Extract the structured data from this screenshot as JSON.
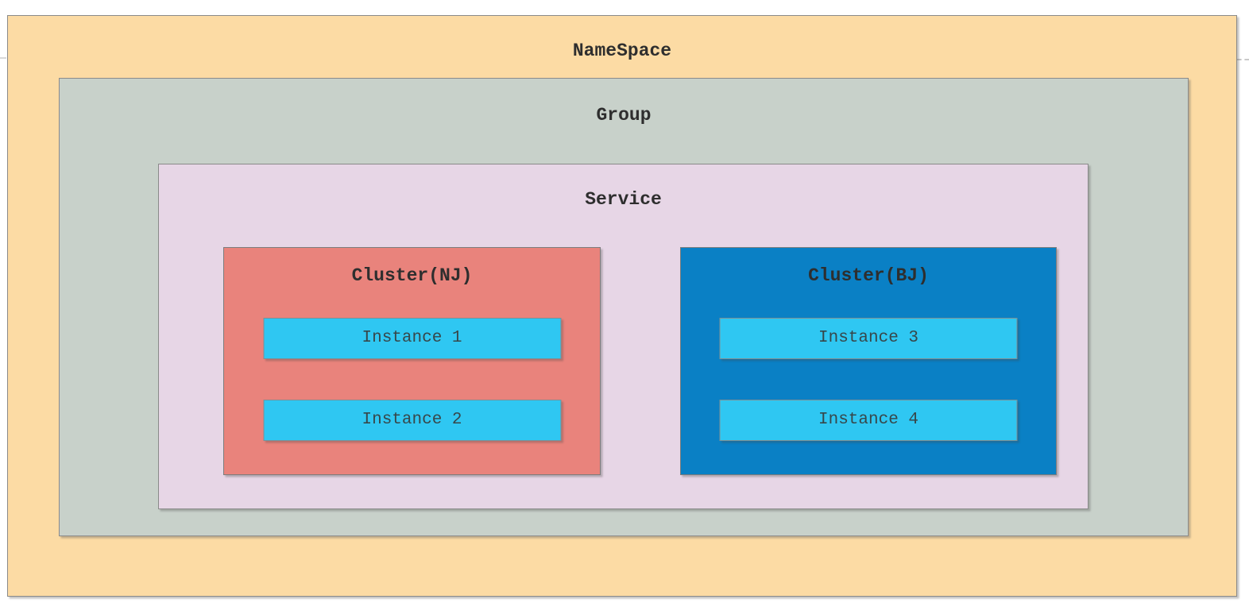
{
  "diagram": {
    "namespace": {
      "label": "NameSpace",
      "fill": "#fcdba4"
    },
    "group": {
      "label": "Group",
      "fill": "#c8d1ca"
    },
    "service": {
      "label": "Service",
      "fill": "#e7d6e6"
    },
    "clusters": [
      {
        "label": "Cluster(NJ)",
        "fill": "#e9837c",
        "instances": [
          {
            "label": "Instance 1",
            "fill": "#2fc7f2"
          },
          {
            "label": "Instance 2",
            "fill": "#2fc7f2"
          }
        ]
      },
      {
        "label": "Cluster(BJ)",
        "fill": "#0a80c5",
        "instances": [
          {
            "label": "Instance 3",
            "fill": "#2fc7f2"
          },
          {
            "label": "Instance 4",
            "fill": "#2fc7f2"
          }
        ]
      }
    ],
    "border_color": "#8a8a8a",
    "text_color": "#2e2e2e"
  }
}
